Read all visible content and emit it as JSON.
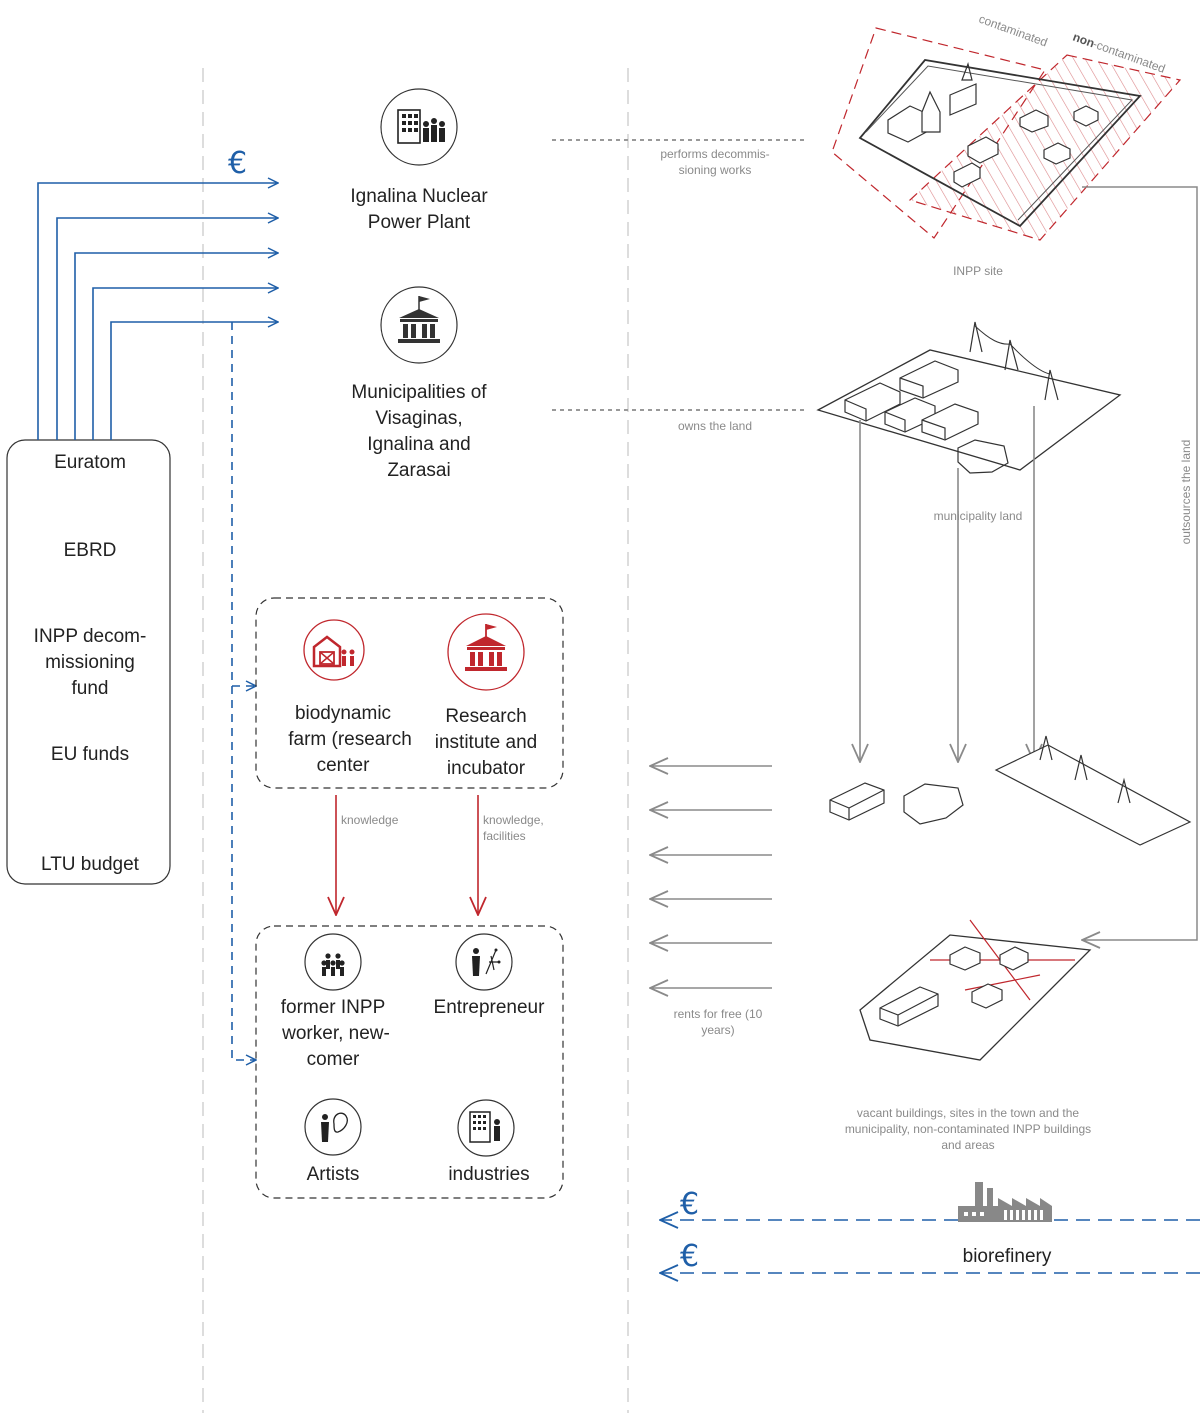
{
  "funders": {
    "items": [
      "Euratom",
      "EBRD",
      [
        "INPP decom-",
        "missioning",
        "fund"
      ],
      "EU funds",
      "LTU budget"
    ]
  },
  "actors": {
    "inpp": [
      "Ignalina Nuclear",
      "Power Plant"
    ],
    "municipalities": [
      "Municipalities of",
      "Visaginas,",
      "Ignalina and",
      "Zarasai"
    ],
    "farm": [
      "biodynamic",
      "farm (research",
      "center"
    ],
    "institute": [
      "Research",
      "institute and",
      "incubator"
    ],
    "worker": [
      "former INPP",
      "worker, new-",
      "comer"
    ],
    "entrepreneur": "Entrepreneur",
    "artists": "Artists",
    "industries": "industries",
    "biorefinery": "biorefinery"
  },
  "relations": {
    "performs": [
      "performs decommis-",
      "sioning works"
    ],
    "owns": "owns the land",
    "knowledge1": "knowledge",
    "knowledge2": [
      "knowledge,",
      "facilities"
    ],
    "rents": [
      "rents for free (10",
      "years)"
    ],
    "outsources": "outsources the land"
  },
  "sites": {
    "inpp_site": "INPP site",
    "municipality_land": "municipality land",
    "contaminated": "contaminated",
    "non_contaminated_prefix": "non",
    "non_contaminated_rest": "-contaminated",
    "vacant": [
      "vacant buildings, sites in the town and the",
      "municipality, non-contaminated INPP buildings",
      "and areas"
    ]
  },
  "symbols": {
    "euro": "€"
  },
  "colors": {
    "blue": "#1f5fa8",
    "red": "#c0272d",
    "grey": "#8a8a8a",
    "dark": "#222222"
  }
}
